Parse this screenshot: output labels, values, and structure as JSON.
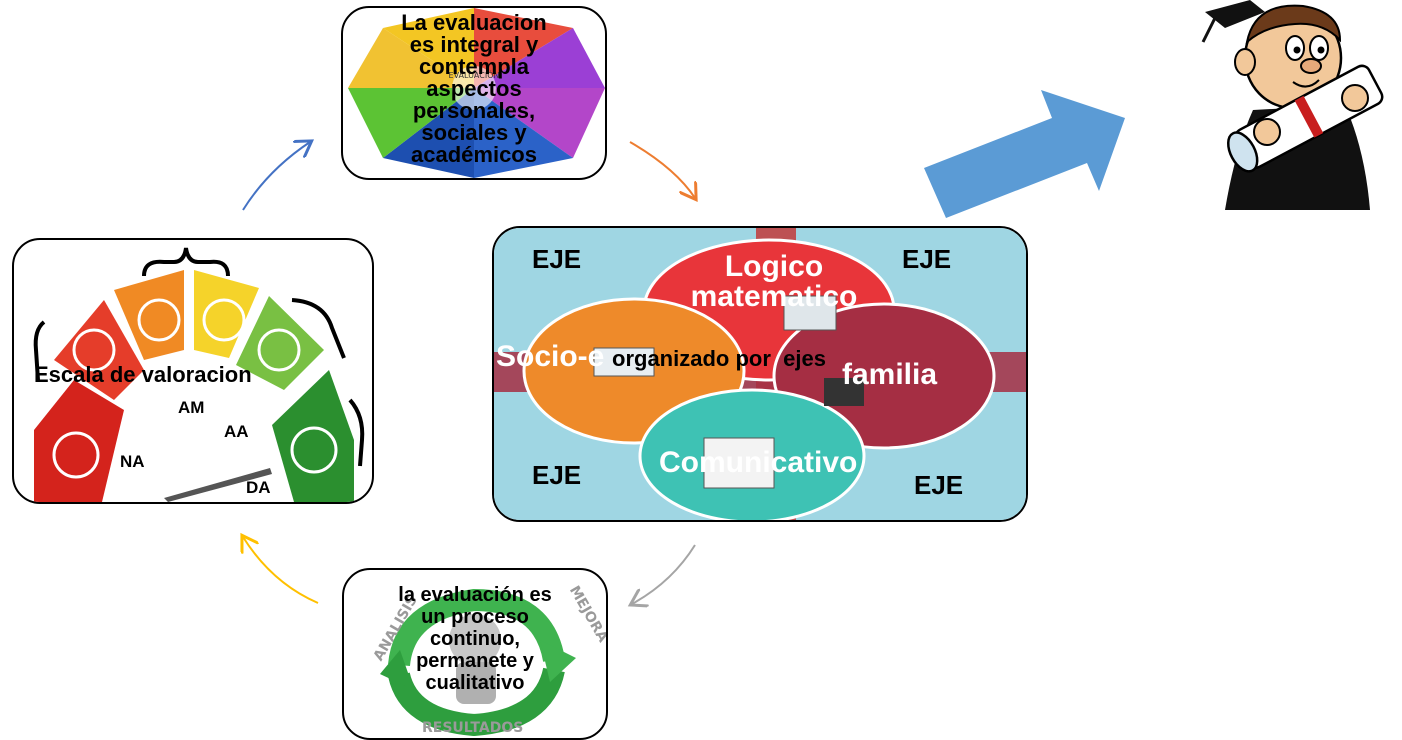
{
  "nodes": {
    "top": {
      "text": "La evaluacion\nes integral y\ncontempla\naspectos\npersonales,\nsociales y\nacadémicos",
      "image_caption": "EVALUACIÓN"
    },
    "center": {
      "text": "organizado por  ejes",
      "corner_labels": [
        "EJE",
        "EJE",
        "EJE",
        "EJE"
      ],
      "circle_labels": {
        "top": "Logico\nmatematico",
        "left": "Socio-e",
        "right": "familia",
        "bottom": "Comunicativo"
      },
      "colors": {
        "top": "#e8353a",
        "left": "#ee8a2a",
        "right": "#a52e43",
        "bottom": "#3ec2b4",
        "background": "#9fd6e3"
      }
    },
    "left": {
      "text": "Escala de valoracion",
      "scale_labels": [
        "NA",
        "AM",
        "AA",
        "DA"
      ],
      "segment_colors": [
        "#d4231c",
        "#e53d2a",
        "#f08a24",
        "#f5d32a",
        "#79c043",
        "#2b8f2f"
      ]
    },
    "bottom": {
      "text": "la evaluación es\nun proceso\ncontinuo,\npermanete y\ncualitativo",
      "ring_words": [
        "ANALISIS",
        "MEJORA",
        "RESULTADOS"
      ]
    }
  },
  "connectors": {
    "colors": [
      "#4472c4",
      "#ed7d31",
      "#a5a5a5",
      "#ffc000"
    ]
  },
  "big_arrow": {
    "color": "#5b9bd5"
  },
  "graduate": {
    "icon": "graduate-with-diploma-icon"
  }
}
